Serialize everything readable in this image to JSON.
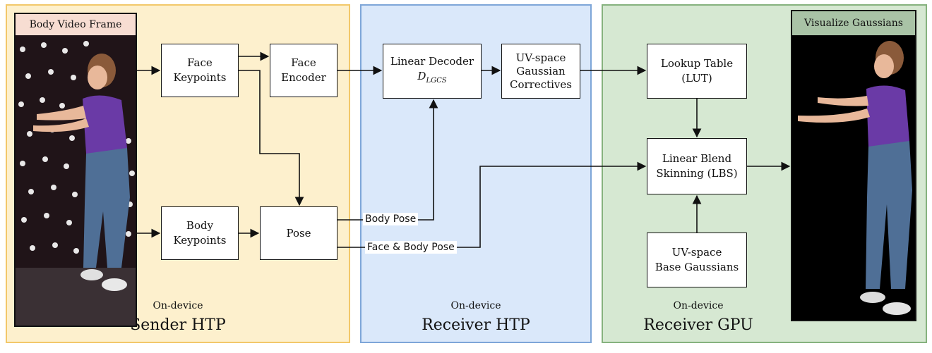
{
  "panels": {
    "sender": {
      "small": "On-device",
      "big": "Sender HTP"
    },
    "receiver_htp": {
      "small": "On-device",
      "big": "Receiver HTP"
    },
    "receiver_gpu": {
      "small": "On-device",
      "big": "Receiver GPU"
    }
  },
  "input": {
    "title": "Body Video Frame"
  },
  "output": {
    "title": "Visualize Gaussians"
  },
  "nodes": {
    "face_keypoints": [
      "Face",
      "Keypoints"
    ],
    "face_encoder": [
      "Face",
      "Encoder"
    ],
    "body_keypoints": [
      "Body",
      "Keypoints"
    ],
    "pose": [
      "Pose"
    ],
    "linear_decoder": {
      "line1": "Linear Decoder",
      "symbol": "D",
      "subscript": "LGCS"
    },
    "uv_correctives": [
      "UV-space",
      "Gaussian",
      "Correctives"
    ],
    "lut": [
      "Lookup Table",
      "(LUT)"
    ],
    "lbs": [
      "Linear Blend",
      "Skinning (LBS)"
    ],
    "uv_base": [
      "UV-space",
      "Base Gaussians"
    ]
  },
  "edges": {
    "body_pose": "Body Pose",
    "face_body_pose": "Face & Body Pose"
  },
  "colors": {
    "sender_fill": "#fdf0cd",
    "sender_border": "#f2c86a",
    "htp_fill": "#dae8fa",
    "htp_border": "#7ea6d8",
    "gpu_fill": "#d6e8d2",
    "gpu_border": "#86b27e",
    "input_title_bg": "#f7ddd2",
    "output_title_bg": "#a9c3a6",
    "shirt": "#6a3aa6",
    "jeans": "#4f6f96"
  }
}
